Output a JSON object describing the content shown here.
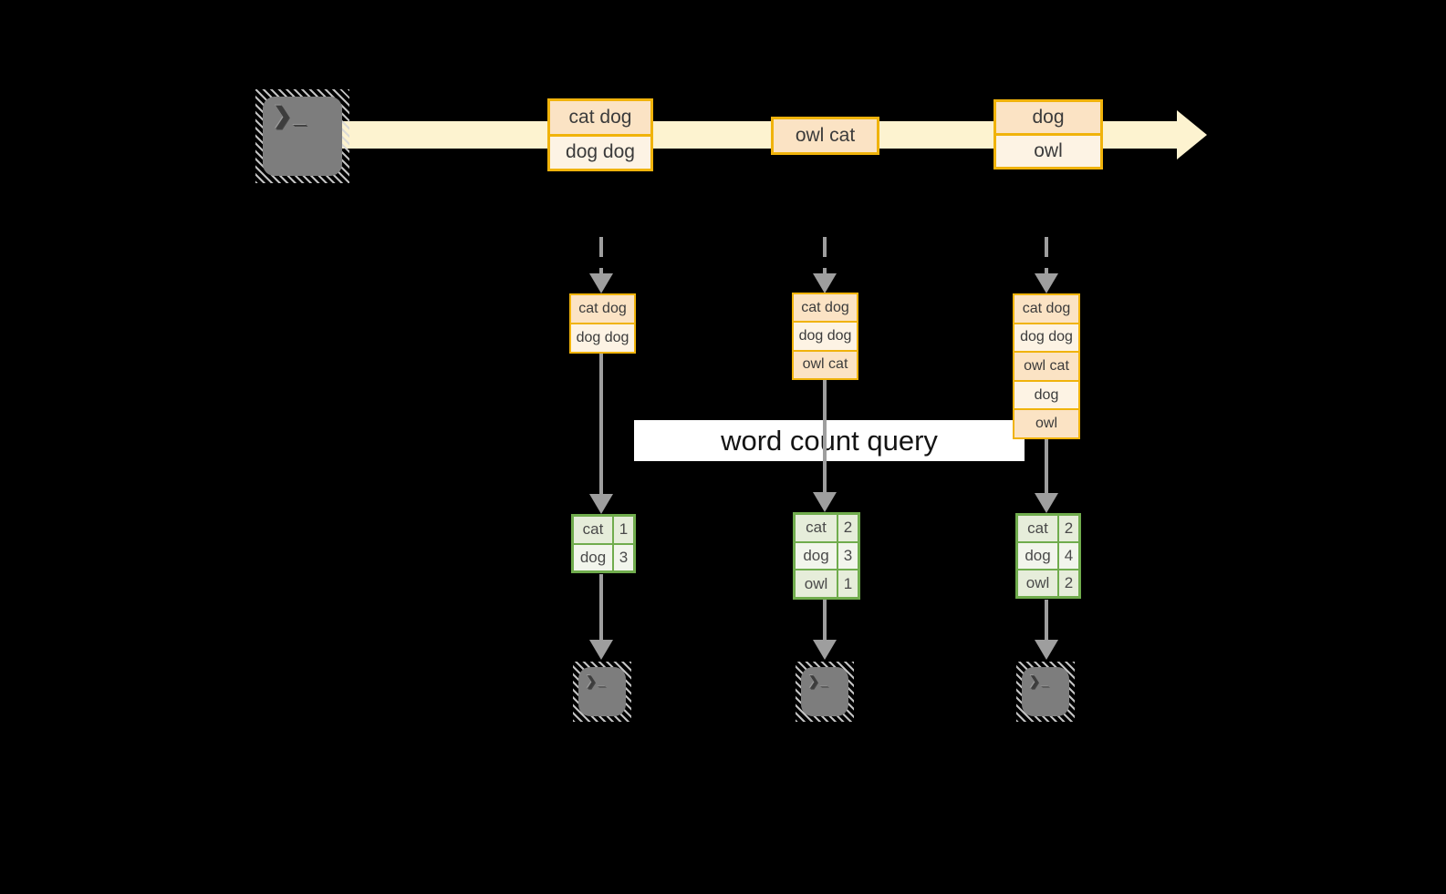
{
  "colors": {
    "background": "#000000",
    "stream_fill": "#fdf3d0",
    "event_border": "#f0b30b",
    "event_fill_dark": "#fbe3c4",
    "event_fill_light": "#fdf3e4",
    "table_border": "#70ac4d",
    "table_fill_dark": "#e6edda",
    "table_fill_light": "#f2f5ec",
    "arrow_gray": "#9e9e9e",
    "terminal_gray": "#7d7d7d",
    "banner_bg": "#ffffff",
    "banner_text": "#141414"
  },
  "icons": {
    "producer_terminal": "terminal-prompt",
    "consumer_terminal": "terminal-prompt",
    "terminal_glyph": "❯_"
  },
  "stream": {
    "groups": [
      {
        "events": [
          "cat dog",
          "dog dog"
        ]
      },
      {
        "events": [
          "owl cat"
        ]
      },
      {
        "events": [
          "dog",
          "owl"
        ]
      }
    ]
  },
  "query_banner": {
    "label": "word count query"
  },
  "columns": [
    {
      "buffered_events": [
        "cat dog",
        "dog dog"
      ],
      "word_counts": [
        {
          "word": "cat",
          "count": "1"
        },
        {
          "word": "dog",
          "count": "3"
        }
      ]
    },
    {
      "buffered_events": [
        "cat dog",
        "dog dog",
        "owl cat"
      ],
      "word_counts": [
        {
          "word": "cat",
          "count": "2"
        },
        {
          "word": "dog",
          "count": "3"
        },
        {
          "word": "owl",
          "count": "1"
        }
      ]
    },
    {
      "buffered_events": [
        "cat dog",
        "dog dog",
        "owl cat",
        "dog",
        "owl"
      ],
      "word_counts": [
        {
          "word": "cat",
          "count": "2"
        },
        {
          "word": "dog",
          "count": "4"
        },
        {
          "word": "owl",
          "count": "2"
        }
      ]
    }
  ]
}
